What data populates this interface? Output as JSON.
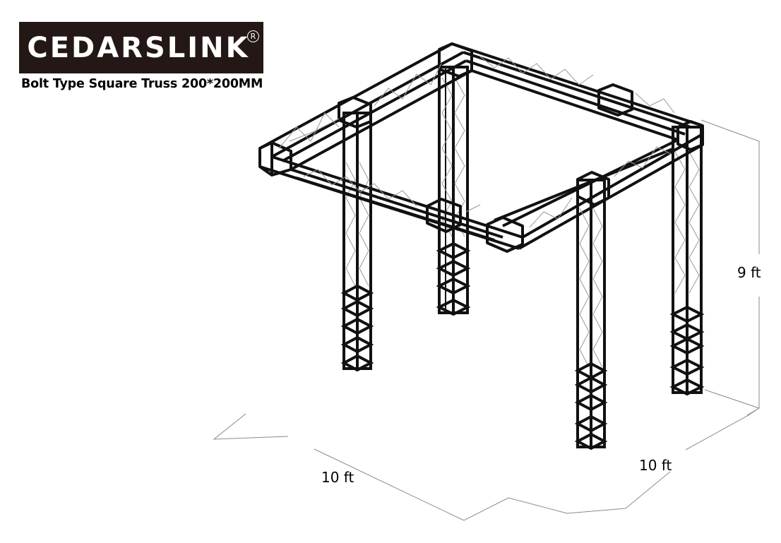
{
  "brand": {
    "name": "CEDARSLINK",
    "registered_mark": "R",
    "logo_bg_color": "#231815",
    "logo_text_color": "#ffffff"
  },
  "product": {
    "title": "Bolt Type Square Truss 200*200MM"
  },
  "dimensions": {
    "height": "9 ft",
    "width": "10 ft",
    "depth": "10 ft"
  },
  "structure": {
    "type": "square truss booth",
    "legs": 4,
    "top_frame": "square with cantilevered corners",
    "truss_color": "#111111",
    "brace_color": "#888888",
    "dimension_line_color": "#8a8a8a"
  }
}
